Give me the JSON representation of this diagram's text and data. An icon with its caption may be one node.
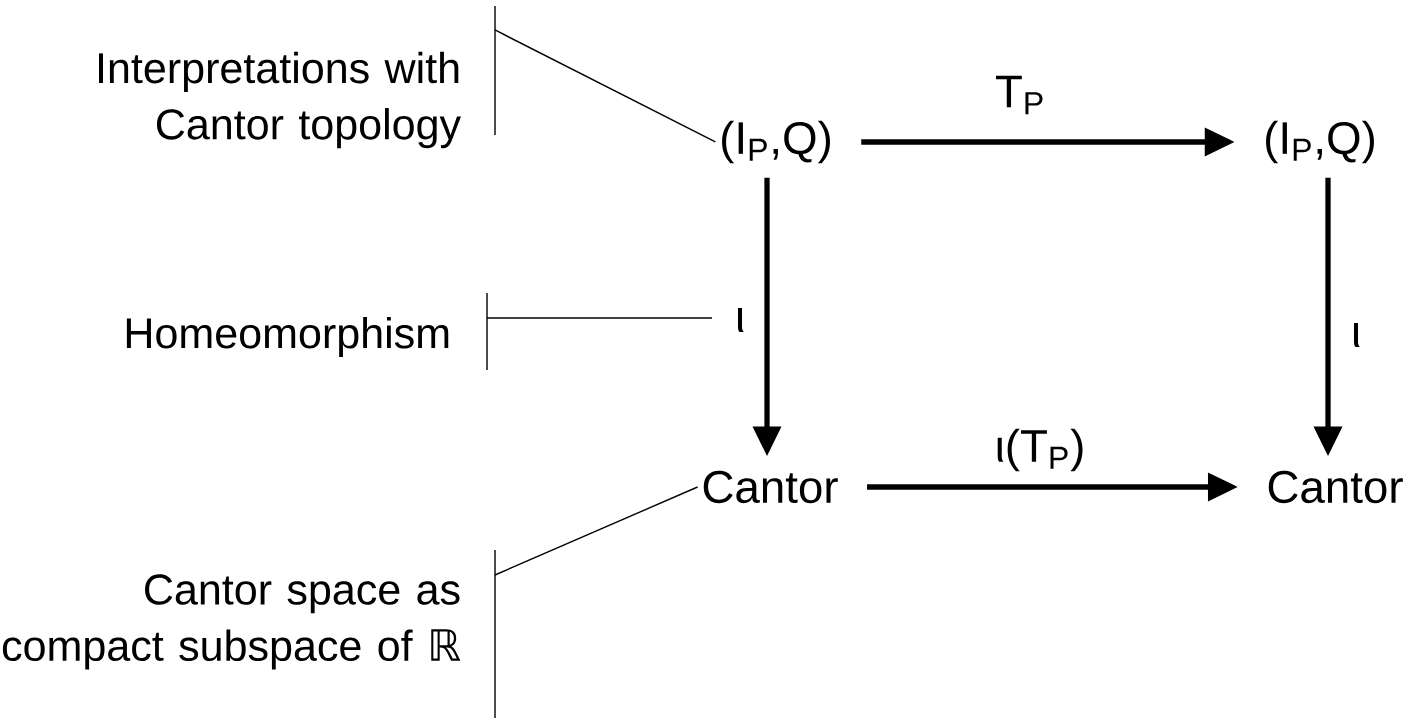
{
  "diagram": {
    "nodes": [
      {
        "text": [
          "(I$_{P}$,Q)"
        ]
      },
      {
        "text": [
          "(I$_{P}$,Q)"
        ]
      },
      {
        "text": [
          "Cantor"
        ]
      },
      {
        "text": [
          "Cantor"
        ]
      },
      {
        "text": [
          "Interpretations with Cantor topology"
        ]
      },
      {
        "text": [
          "Homeomorphism"
        ]
      },
      {
        "text": [
          "Cantor space as compact subspace of ℝ"
        ]
      }
    ],
    "edges": [
      {
        "from": 0,
        "to": 1,
        "arrow": "to",
        "label": "T$_{P}$"
      },
      {
        "from": 0,
        "to": 2,
        "arrow": "to",
        "label": "ι"
      },
      {
        "from": 1,
        "to": 3,
        "arrow": "to",
        "label": "ι"
      },
      {
        "from": 2,
        "to": 3,
        "arrow": "to",
        "label": "ι(T$_{P}$)"
      },
      {
        "from": 4,
        "to": 0,
        "arrow": "none"
      },
      {
        "from": 5,
        "to": null,
        "arrow": "none"
      },
      {
        "from": 6,
        "to": 2,
        "arrow": "none"
      }
    ]
  }
}
